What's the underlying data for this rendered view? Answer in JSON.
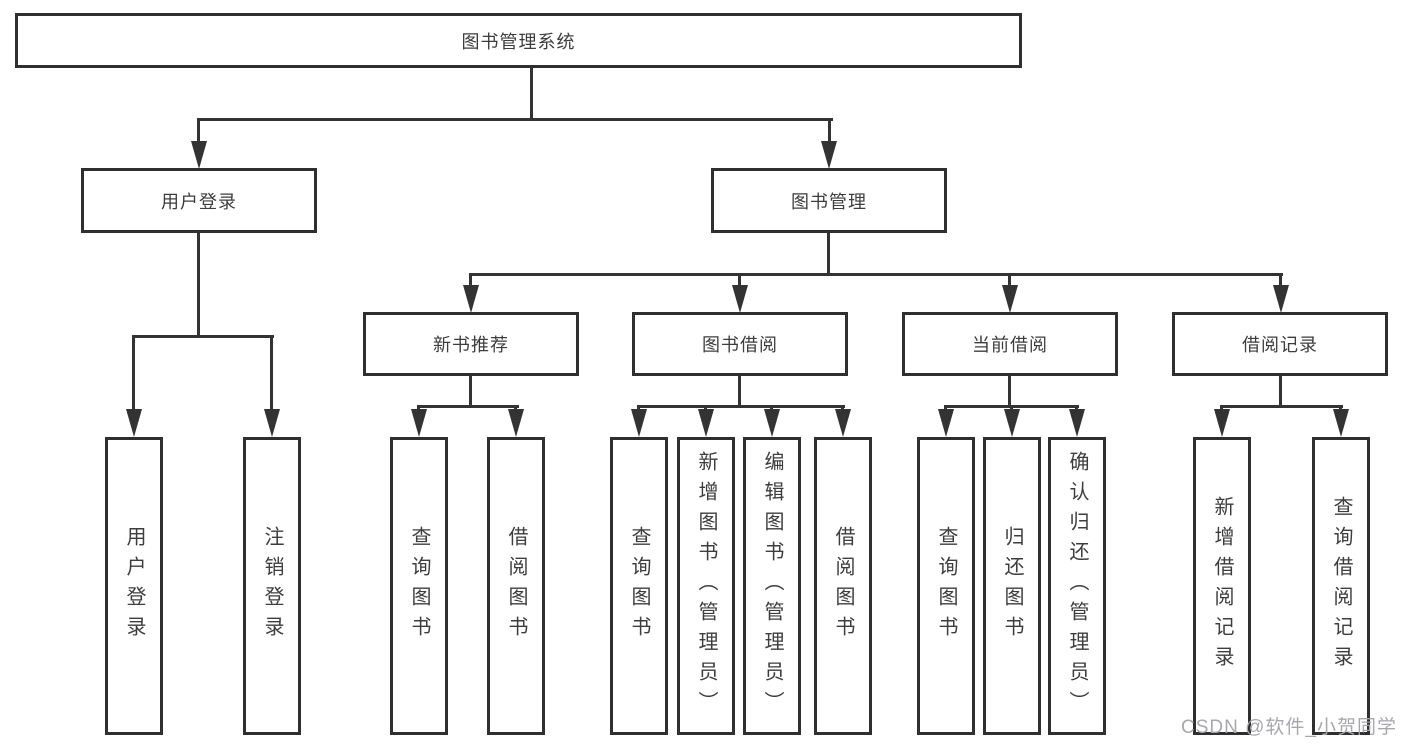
{
  "diagram": {
    "type": "tree",
    "root": {
      "label": "图书管理系统"
    },
    "level2": [
      {
        "label": "用户登录"
      },
      {
        "label": "图书管理"
      }
    ],
    "level3": [
      {
        "label": "新书推荐",
        "parent": "图书管理"
      },
      {
        "label": "图书借阅",
        "parent": "图书管理"
      },
      {
        "label": "当前借阅",
        "parent": "图书管理"
      },
      {
        "label": "借阅记录",
        "parent": "图书管理"
      }
    ],
    "leaves": [
      {
        "label": "用户登录",
        "parent": "用户登录"
      },
      {
        "label": "注销登录",
        "parent": "用户登录"
      },
      {
        "label": "查询图书",
        "parent": "新书推荐"
      },
      {
        "label": "借阅图书",
        "parent": "新书推荐"
      },
      {
        "label": "查询图书",
        "parent": "图书借阅"
      },
      {
        "label": "新增图书（管理员）",
        "parent": "图书借阅"
      },
      {
        "label": "编辑图书（管理员）",
        "parent": "图书借阅"
      },
      {
        "label": "借阅图书",
        "parent": "图书借阅"
      },
      {
        "label": "查询图书",
        "parent": "当前借阅"
      },
      {
        "label": "归还图书",
        "parent": "当前借阅"
      },
      {
        "label": "确认归还（管理员）",
        "parent": "当前借阅"
      },
      {
        "label": "新增借阅记录",
        "parent": "借阅记录"
      },
      {
        "label": "查询借阅记录",
        "parent": "借阅记录"
      }
    ],
    "colors": {
      "line": "#333333",
      "box_border": "#2f2f2f",
      "box_bg": "#ffffff",
      "text": "#3d3d3d",
      "watermark": "#a8a8ac"
    }
  },
  "watermark": {
    "text": "CSDN @软件_小贺同学"
  }
}
